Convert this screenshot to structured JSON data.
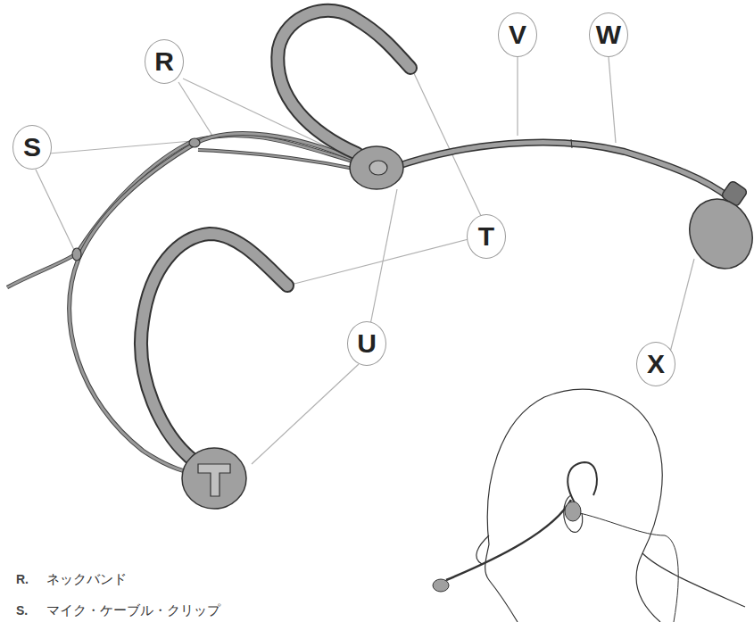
{
  "diagram": {
    "labels": [
      "R",
      "S",
      "V",
      "W",
      "T",
      "X",
      "U",
      "R.",
      "ネックバンド",
      "S.",
      "マイク・ケーブル・クリップ"
    ]
  }
}
